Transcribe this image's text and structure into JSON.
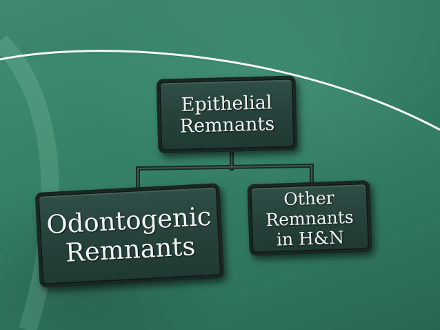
{
  "diagram": {
    "nodes": [
      {
        "id": "root",
        "label": "Epithelial\nRemnants"
      },
      {
        "id": "left",
        "label": "Odontogenic\nRemnants"
      },
      {
        "id": "right",
        "label": "Other Remnants\nin H&N"
      }
    ],
    "edges": [
      {
        "from": "root",
        "to": "left"
      },
      {
        "from": "root",
        "to": "right"
      }
    ]
  },
  "theme": {
    "background": "#2f7a61",
    "box_fill": "#27433c",
    "box_border": "#1a2622",
    "text_color": "#f2f6f4",
    "swoosh_color": "#ffffff"
  }
}
